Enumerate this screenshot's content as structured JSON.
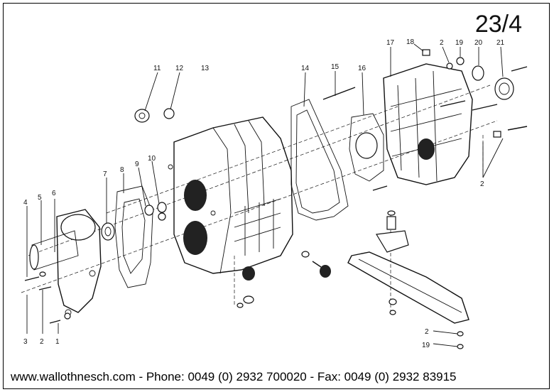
{
  "page_number": "23/4",
  "footer_text": "www.wallothnesch.com - Phone: 0049 (0) 2932 700020 - Fax: 0049 (0) 2932 83915",
  "callouts": [
    "1",
    "2",
    "3",
    "4",
    "5",
    "6",
    "7",
    "8",
    "9",
    "10",
    "11",
    "12",
    "13",
    "14",
    "15",
    "16",
    "17",
    "18",
    "2",
    "19",
    "20",
    "21",
    "2",
    "2",
    "19"
  ]
}
